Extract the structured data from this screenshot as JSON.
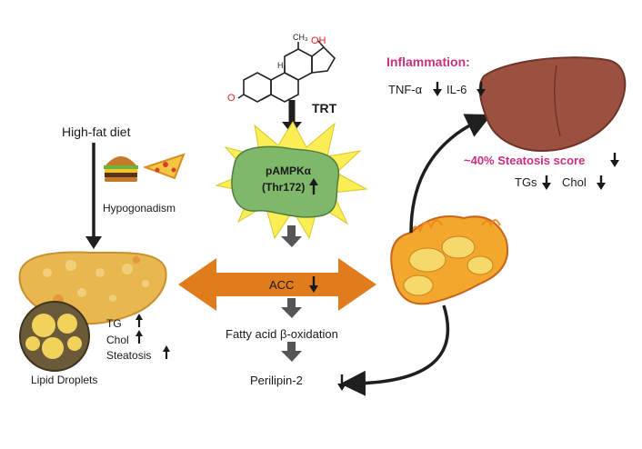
{
  "diagram": {
    "trt_label": "TRT",
    "high_fat_diet": "High-fat diet",
    "hypogonadism": "Hypogonadism",
    "pampk_line1": "pAMPKα",
    "pampk_line2": "(Thr172)",
    "acc": "ACC",
    "fatty_acid": "Fatty acid β-oxidation",
    "perilipin": "Perilipin-2",
    "inflammation_title": "Inflammation:",
    "tnf": "TNF-α",
    "il6": "IL-6",
    "steatosis_score": "~40% Steatosis score",
    "tgs": "TGs",
    "chol_right": "Chol",
    "tg": "TG",
    "chol_left": "Chol",
    "steatosis_left": "Steatosis",
    "lipid_droplets": "Lipid Droplets",
    "oh_label": "OH",
    "o_label": "O",
    "h_label": "H",
    "ch3_label": "CH₃",
    "colors": {
      "accent_magenta": "#c8307f",
      "orange_arrow": "#e07b1e",
      "green_blob": "#7fb86a",
      "starburst": "#fbee55",
      "liver": "#9b5040",
      "dark_arrow": "#1f1f1f",
      "gray_arrow": "#555555"
    },
    "icons": [
      "burger-icon",
      "pizza-icon",
      "testosterone-molecule-icon",
      "liver-icon",
      "fatty-liver-icon",
      "mitochondrion-icon"
    ]
  }
}
